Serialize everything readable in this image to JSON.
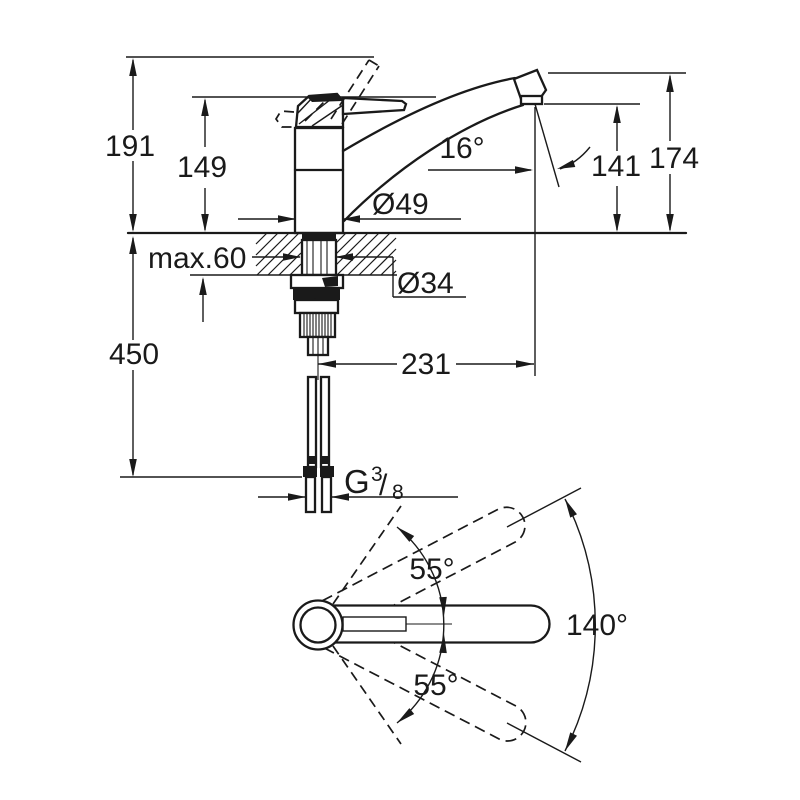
{
  "diagram": {
    "title": "faucet-dimensional-drawing",
    "front_view": {
      "height_overall": "191",
      "height_to_spout_base": "149",
      "height_spout_top": "174",
      "height_outlet": "141",
      "stream_angle": "16°",
      "body_diameter": "Ø49",
      "shank_diameter": "Ø34",
      "deck_thickness": "max.60",
      "hose_length": "450",
      "spout_reach": "231",
      "thread_letter": "G",
      "thread_numerator": "3",
      "thread_slash": "/",
      "thread_denominator": "8"
    },
    "top_view": {
      "swivel_upper": "55°",
      "swivel_lower": "55°",
      "swivel_total": "140°"
    },
    "colors": {
      "line": "#1a1a1a",
      "background": "#ffffff"
    }
  }
}
